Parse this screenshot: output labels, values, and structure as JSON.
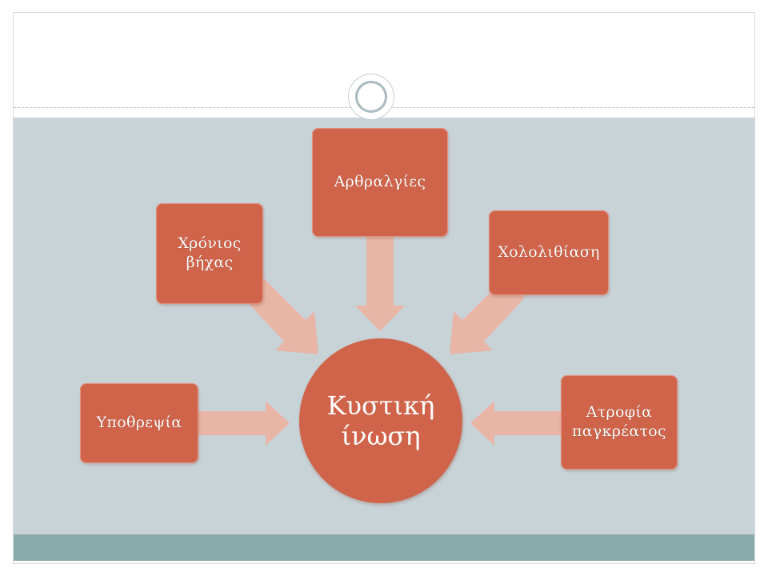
{
  "diagram": {
    "center": {
      "label": "Κυστική\nίνωση"
    },
    "nodes": [
      {
        "id": "arthralgies",
        "label": "Αρθραλγίες"
      },
      {
        "id": "chronic-cough",
        "label": "Χρόνιος\nβήχας"
      },
      {
        "id": "cholelithiasis",
        "label": "Χολολιθίαση"
      },
      {
        "id": "infertility",
        "label": "Υποθρεψία"
      },
      {
        "id": "pancreatic-atrophy",
        "label": "Ατροφία\nπαγκρέατος"
      }
    ]
  },
  "colors": {
    "node_fill": "#d0644a",
    "arrow_fill": "#e8b5a7",
    "content_background": "#c8d3d8",
    "footer_band": "#8cabab"
  }
}
